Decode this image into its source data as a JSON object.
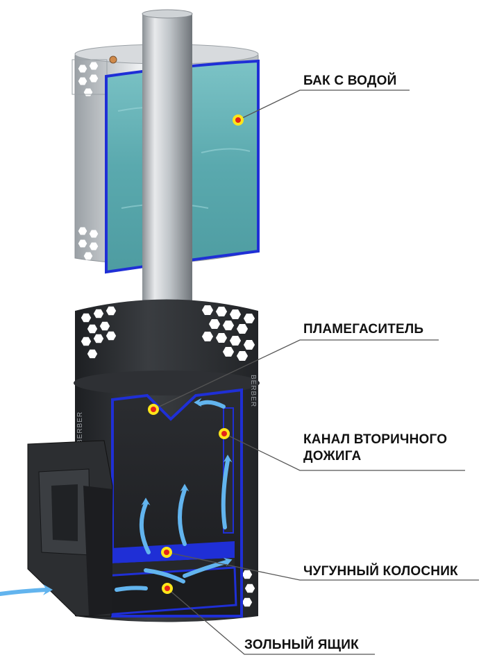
{
  "callouts": {
    "water_tank": "БАК С ВОДОЙ",
    "flame_arrester": "ПЛАМЕГАСИТЕЛЬ",
    "secondary_channel_line1": "КАНАЛ ВТОРИЧНОГО",
    "secondary_channel_line2": "ДОЖИГА",
    "cast_iron_grate": "ЧУГУННЫЙ КОЛОСНИК",
    "ash_box": "ЗОЛЬНЫЙ ЯЩИК"
  },
  "brand_text": "BERBER",
  "colors": {
    "steel_light": "#d9dcde",
    "steel_dark": "#7b8085",
    "body_black": "#2a2c2f",
    "cutaway_blue": "#1f2fd6",
    "water_teal": "#5fb3b8",
    "flow_arrow_blue": "#62b4ee",
    "marker_yellow": "#ffe51a",
    "marker_red": "#e2231a",
    "leader_line": "#444444"
  },
  "icons": {
    "hex_perforation": "hexagon-cutout-icon",
    "marker": "hotspot-dot-icon",
    "flow": "airflow-arrow-icon"
  }
}
